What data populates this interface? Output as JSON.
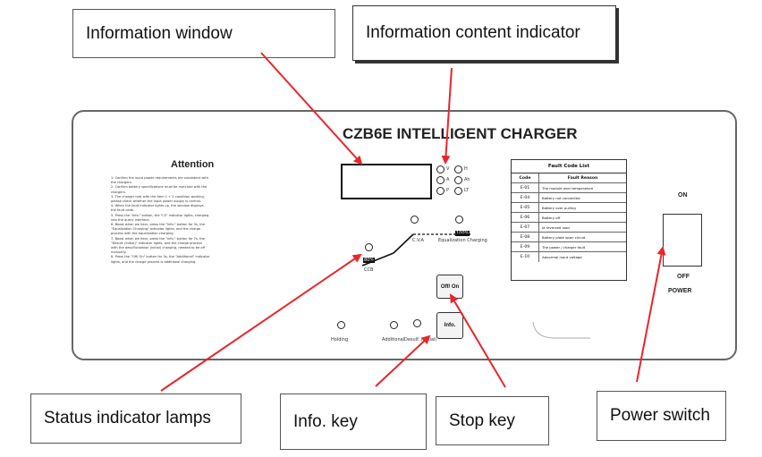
{
  "callouts": {
    "information_window": "Information window",
    "information_content_indicator": "Information content indicator",
    "status_indicator_lamps": "Status indicator lamps",
    "info_key": "Info. key",
    "stop_key": "Stop key",
    "power_switch": "Power switch"
  },
  "panel": {
    "title": "CZB6E INTELLIGENT CHARGER",
    "attention": {
      "heading": "Attention",
      "items": [
        "1. Confirm the input power requirements are consistent with",
        "   the chargers.",
        "2. Confirm battery specifications must be matched with the",
        "   chargers.",
        "3. The charger met with the item 1 + 2 condition working,",
        "   please check whether the input power supply is normal.",
        "4. When the fault indicator lights up, the window displays",
        "   the fault code.",
        "5. Press the \"Info.\" button, the \"I.E\" indicator lights, charging",
        "   into the query interface.",
        "6. Boost when we hear, press the \"Info.\" button for 3s, the",
        "   \"Equalization Charging\" indicator lights, and the charge",
        "   process with the equalization charging.",
        "7. Boost when we hear, press the \"Info.\" button for 7s, the",
        "   \"Desulf. (Initial)\" indicator lights, and the charge process",
        "   with the desulfurization (initial) charging, needed to be off",
        "   manually.",
        "8. Press the \"Off/ On\" button for 3s, the \"Additional\" indicator",
        "   lights, and the charge process is additional charging."
      ]
    },
    "indicator_letters": [
      "V",
      "A",
      "P",
      "H",
      "Ah",
      "LT"
    ],
    "lamp_labels": {
      "ccb": "CCB",
      "cva": "C.V.A",
      "equalization": "Equalization Charging",
      "holding": "Holding",
      "additional": "Additional",
      "desulf": "Desulf. (Initial)",
      "percent_80": "80%",
      "percent_100": "100%"
    },
    "keys": {
      "stop": "Off/ On",
      "info": "Info."
    },
    "fault_table": {
      "title": "Fault Code List",
      "col_code": "Code",
      "col_reason": "Fault Reason",
      "rows": [
        {
          "code": "E-01",
          "reason": "The module over temperature"
        },
        {
          "code": "E-04",
          "reason": "Battery not connected"
        },
        {
          "code": "E-05",
          "reason": "Battery over pulling"
        },
        {
          "code": "E-06",
          "reason": "Battery off"
        },
        {
          "code": "E-07",
          "reason": "Ia reversed load"
        },
        {
          "code": "E-08",
          "reason": "Battery plate open circuit"
        },
        {
          "code": "E-09",
          "reason": "The power / charger fault"
        },
        {
          "code": "E-10",
          "reason": "Abnormal input voltage"
        }
      ]
    },
    "power": {
      "on": "ON",
      "off": "OFF",
      "label": "POWER"
    }
  },
  "colors": {
    "arrow": "#e8262b",
    "panel_border": "#666666",
    "callout_border": "#555555"
  }
}
